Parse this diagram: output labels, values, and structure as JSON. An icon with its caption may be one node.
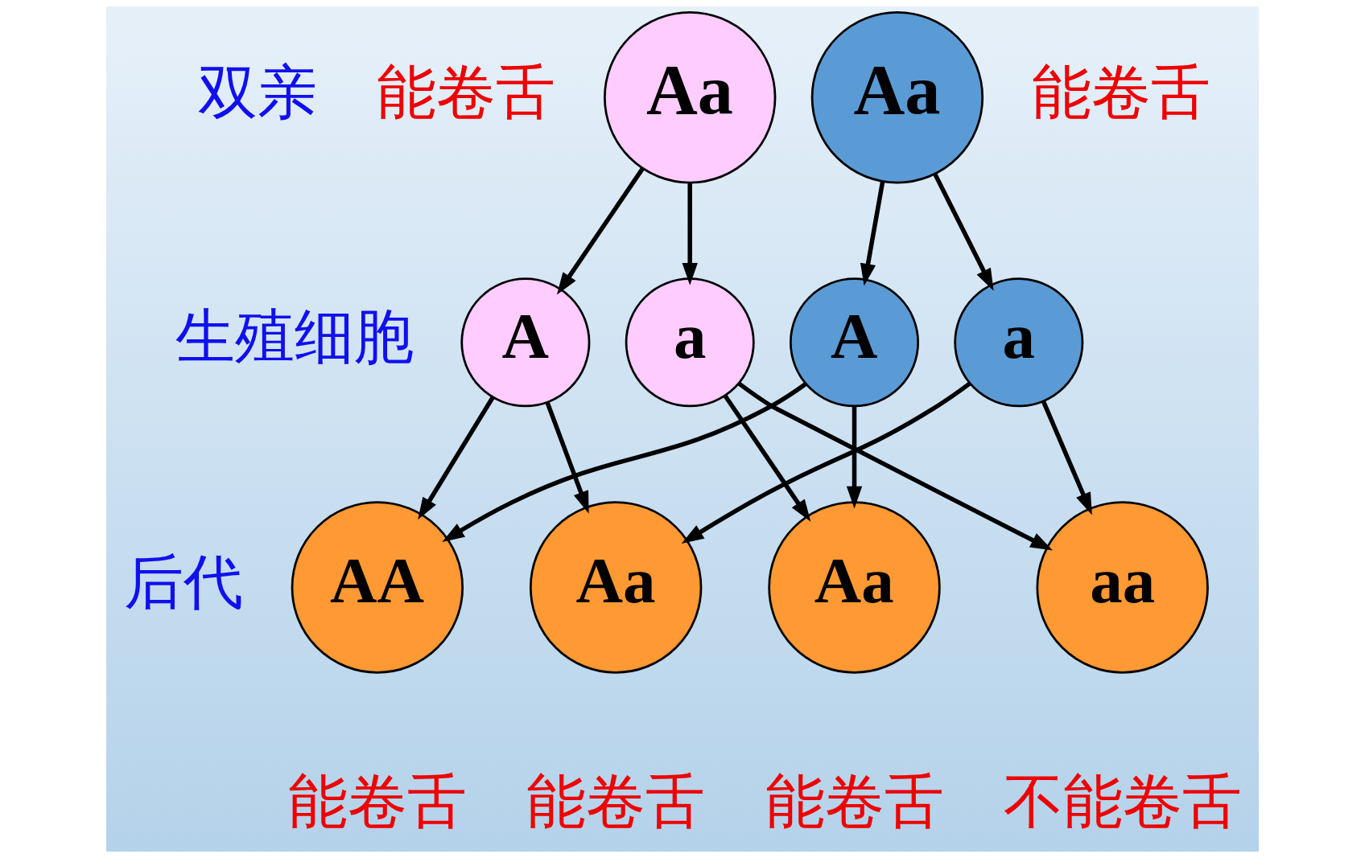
{
  "diagram": {
    "nodes": [
      {
        "text": [
          "Aa"
        ],
        "beside": [
          "能卷舌"
        ]
      },
      {
        "text": [
          "Aa"
        ],
        "beside": [
          "能卷舌"
        ]
      },
      {
        "text": [
          "A"
        ]
      },
      {
        "text": [
          "a"
        ]
      },
      {
        "text": [
          "A"
        ]
      },
      {
        "text": [
          "a"
        ]
      },
      {
        "text": [
          "AA"
        ],
        "beside": [
          "能卷舌"
        ]
      },
      {
        "text": [
          "Aa"
        ],
        "beside": [
          "能卷舌"
        ]
      },
      {
        "text": [
          "Aa"
        ],
        "beside": [
          "能卷舌"
        ]
      },
      {
        "text": [
          "aa"
        ],
        "beside": [
          "不能卷舌"
        ]
      }
    ],
    "edges": [
      {
        "from": 0,
        "to": 2,
        "arrow": "to"
      },
      {
        "from": 0,
        "to": 3,
        "arrow": "to"
      },
      {
        "from": 1,
        "to": 4,
        "arrow": "to"
      },
      {
        "from": 1,
        "to": 5,
        "arrow": "to"
      },
      {
        "from": 2,
        "to": 6,
        "arrow": "to"
      },
      {
        "from": 2,
        "to": 7,
        "arrow": "to"
      },
      {
        "from": 4,
        "to": 6,
        "arrow": "to"
      },
      {
        "from": 5,
        "to": 7,
        "arrow": "to"
      },
      {
        "from": 3,
        "to": 8,
        "arrow": "to"
      },
      {
        "from": 4,
        "to": 8,
        "arrow": "to"
      },
      {
        "from": 3,
        "to": 9,
        "arrow": "to"
      },
      {
        "from": 5,
        "to": 9,
        "arrow": "to"
      }
    ],
    "labels": [
      "双亲",
      "生殖细胞",
      "后代"
    ]
  }
}
